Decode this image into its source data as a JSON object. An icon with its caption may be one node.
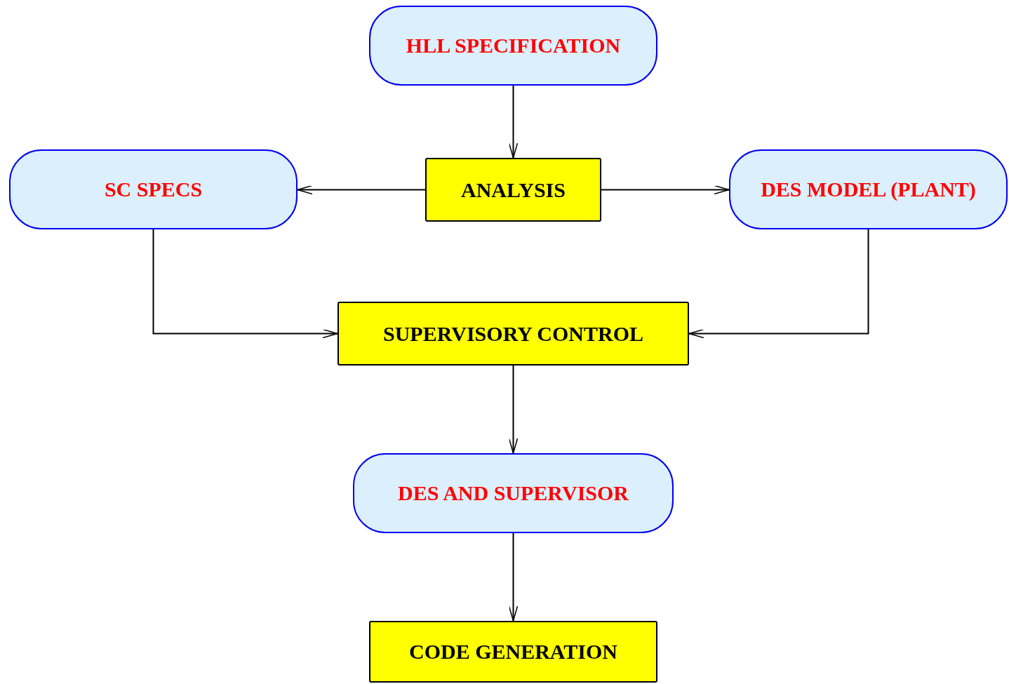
{
  "diagram": {
    "nodes": [
      {
        "text": [
          "HLL SPECIFICATION"
        ]
      },
      {
        "text": [
          "SC SPECS"
        ]
      },
      {
        "text": [
          "ANALYSIS"
        ]
      },
      {
        "text": [
          "DES MODEL (PLANT)"
        ]
      },
      {
        "text": [
          "SUPERVISORY CONTROL"
        ]
      },
      {
        "text": [
          "DES AND SUPERVISOR"
        ]
      },
      {
        "text": [
          "CODE GENERATION"
        ]
      }
    ],
    "edges": [
      {
        "from": 0,
        "to": 2,
        "arrow": "to"
      },
      {
        "from": 2,
        "to": 1,
        "arrow": "to"
      },
      {
        "from": 2,
        "to": 3,
        "arrow": "to"
      },
      {
        "from": 1,
        "to": 4,
        "arrow": "to"
      },
      {
        "from": 3,
        "to": 4,
        "arrow": "to"
      },
      {
        "from": 4,
        "to": 5,
        "arrow": "to"
      },
      {
        "from": 5,
        "to": 6,
        "arrow": "to"
      }
    ]
  }
}
